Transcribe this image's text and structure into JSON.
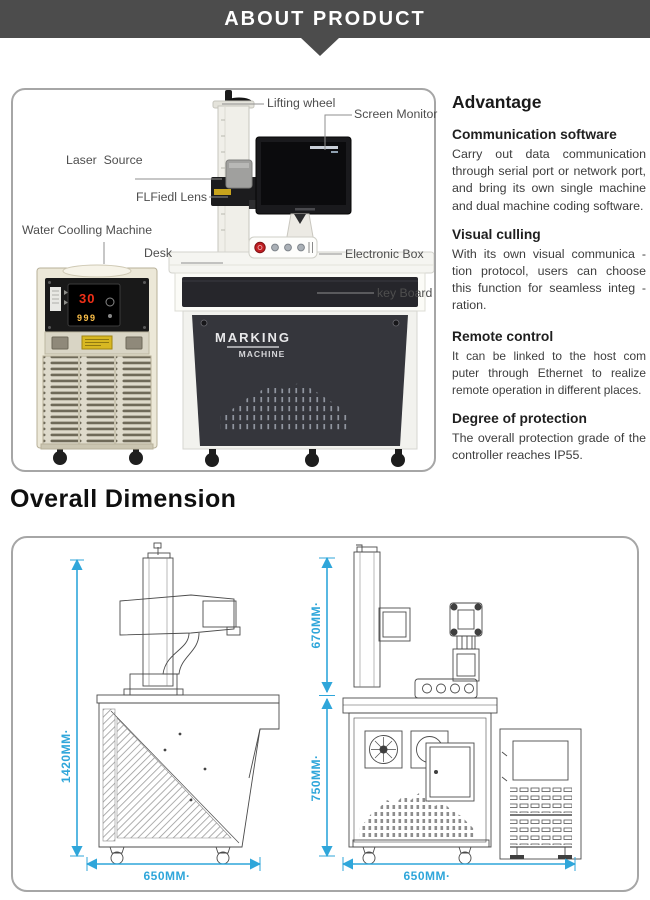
{
  "banner": {
    "title": "ABOUT PRODUCT"
  },
  "product_box": {
    "labels": {
      "lifting_wheel": "Lifting wheel",
      "screen_monitor": "Screen Monitor",
      "laser_source": "Laser  Source",
      "flfiedl_lens": "FLFiedl Lens",
      "water_cooling_machine": "Water Coolling Machine",
      "desk": "Desk",
      "electronic_box": "Electronic Box",
      "key_board": "key Board"
    },
    "cabinet_text_line1": "MARKING",
    "cabinet_text_line2": "MACHINE",
    "cooler_display_top": "30",
    "cooler_display_bottom": "999"
  },
  "advantage": {
    "title": "Advantage",
    "sections": [
      {
        "heading": "Communication software",
        "body": "Carry out data communication through serial port or network port, and bring its own single machine and dual machine coding software."
      },
      {
        "heading": "Visual culling",
        "body": "With its own visual communica -tion protocol, users can choose this function for seamless integ -ration."
      },
      {
        "heading": "Remote control",
        "body": "It can be linked to the host com puter through Ethernet to realize remote operation in different places."
      },
      {
        "heading": "Degree of protection",
        "body": "The overall protection grade of the controller reaches IP55."
      }
    ]
  },
  "dimensions": {
    "title": "Overall Dimension",
    "total_height": "1420MM·",
    "upper_height": "670MM·",
    "cabinet_height": "750MM·",
    "width_left_view": "650MM·",
    "width_front_view": "650MM·",
    "accent_color": "#2fa6da",
    "banner_color": "#4c4c4c"
  }
}
